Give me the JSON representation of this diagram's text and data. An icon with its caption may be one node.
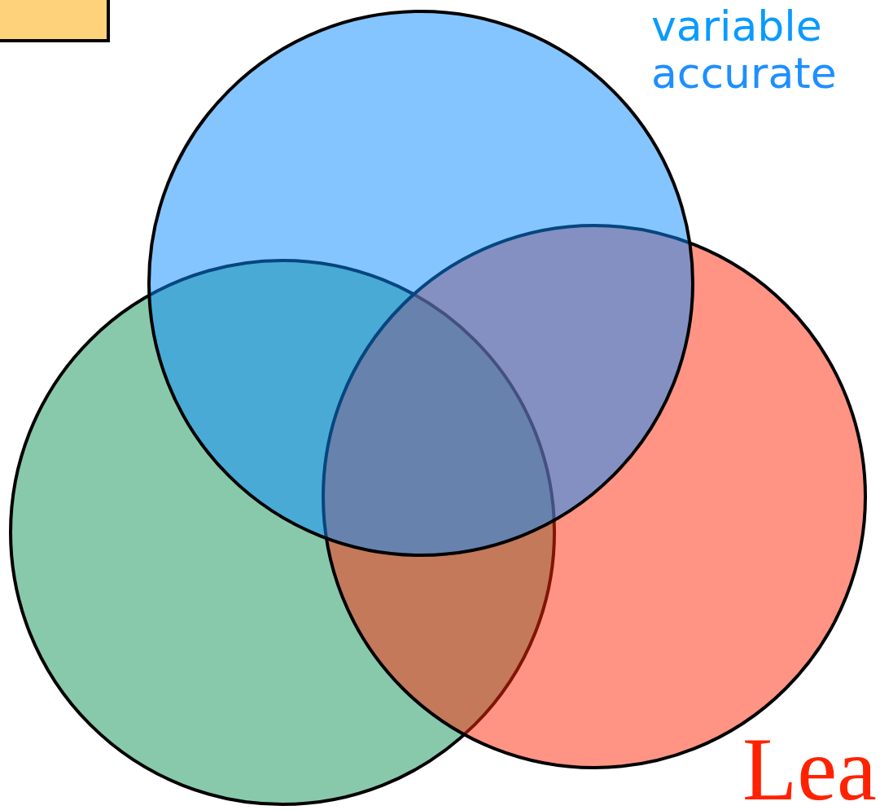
{
  "diagram": {
    "nodes": [
      {
        "text": [],
        "shape": "box"
      },
      {
        "text": [],
        "shape": "circle"
      },
      {
        "text": [],
        "shape": "circle"
      },
      {
        "text": [],
        "shape": "circle"
      }
    ],
    "labels": [
      "variable",
      "accurate",
      "Lea"
    ]
  }
}
